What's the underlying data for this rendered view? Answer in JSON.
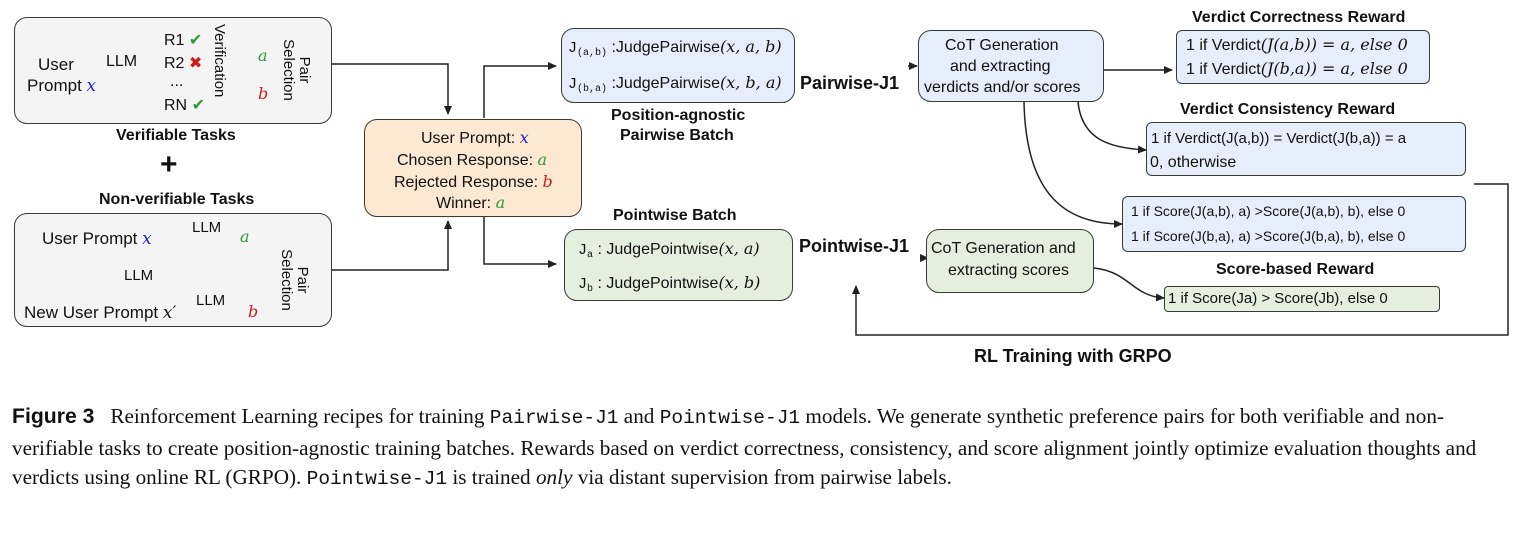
{
  "verifiable": {
    "user_prompt_line1": "User",
    "user_prompt_line2": "Prompt",
    "x": "x",
    "llm": "LLM",
    "r1": "R1",
    "r2": "R2",
    "ellipsis": "...",
    "rn": "RN",
    "verification": "Verification",
    "a": "a",
    "b": "b",
    "pair_selection": "Pair Selection",
    "title": "Verifiable Tasks"
  },
  "plus": "+",
  "nonverifiable": {
    "title": "Non-verifiable Tasks",
    "user_prompt": "User Prompt",
    "x": "x",
    "llm1": "LLM",
    "a": "a",
    "llm2": "LLM",
    "new_user_prompt": "New User Prompt",
    "x_prime": "x′",
    "llm3": "LLM",
    "b": "b",
    "pair_selection": "Pair Selection"
  },
  "pair_box": {
    "prompt_label": "User Prompt:",
    "prompt_var": "x",
    "chosen_label": "Chosen Response:",
    "chosen_var": "a",
    "rejected_label": "Rejected Response:",
    "rejected_var": "b",
    "winner_label": "Winner:",
    "winner_var": "a"
  },
  "pairwise_batch": {
    "row1_j": "J(a,b)",
    "row1_fn": ":JudgePairwise",
    "row1_args": "(x, a, b)",
    "row2_j": "J(b,a)",
    "row2_fn": ":JudgePairwise",
    "row2_args": "(x, b, a)",
    "caption_line1": "Position-agnostic",
    "caption_line2": "Pairwise Batch"
  },
  "pairwise_label": "Pairwise-J1",
  "cot_pairwise": {
    "line1": "CoT Generation",
    "line2": "and extracting",
    "line3": "verdicts and/or scores"
  },
  "verdict_correctness": {
    "title": "Verdict Correctness Reward",
    "line1_pre": "1 if Verdict",
    "line1_j": "(J(a,b))",
    "line1_post": " = a, else 0",
    "line2_pre": "1 if Verdict",
    "line2_j": "(J(b,a))",
    "line2_post": " = a, else 0"
  },
  "verdict_consistency": {
    "title": "Verdict Consistency Reward",
    "line1": "1 if Verdict(J(a,b)) = Verdict(J(b,a)) = a",
    "line2": "0, otherwise"
  },
  "score_consistency": {
    "line1": "1 if Score(J(a,b), a) >Score(J(a,b), b), else 0",
    "line2": "1 if Score(J(b,a), a) >Score(J(b,a), b), else 0"
  },
  "pointwise_batch": {
    "title": "Pointwise Batch",
    "row1_j": "Ja",
    "row1_fn": " : JudgePointwise",
    "row1_args": "(x, a)",
    "row2_j": "Jb",
    "row2_fn": " : JudgePointwise",
    "row2_args": "(x, b)"
  },
  "pointwise_label": "Pointwise-J1",
  "cot_pointwise": {
    "line1": "CoT Generation and",
    "line2": "extracting scores"
  },
  "score_based": {
    "title": "Score-based Reward",
    "line": "1 if Score(Ja) > Score(Jb), else 0"
  },
  "rl_label": "RL Training with GRPO",
  "caption": {
    "label": "Figure 3",
    "t1": "Reinforcement Learning recipes for training ",
    "m1": "Pairwise-J1",
    "t2": " and ",
    "m2": "Pointwise-J1",
    "t3": " models. We generate synthetic preference pairs for both verifiable and non-verifiable tasks to create position-agnostic training batches. Rewards based on verdict correctness, consistency, and score alignment jointly optimize evaluation thoughts and verdicts using online RL (GRPO). ",
    "m3": "Pointwise-J1",
    "t4": " is trained ",
    "em": "only",
    "t5": " via distant supervision from pairwise labels."
  },
  "colors": {
    "orange_fill": "#fde8d2",
    "blue_fill": "#e6eefb",
    "green_fill": "#e4efde",
    "grey_fill": "#f4f4f4",
    "check_green": "#2e9a3a",
    "cross_red": "#d01a1a",
    "var_blue": "#2323d6"
  }
}
